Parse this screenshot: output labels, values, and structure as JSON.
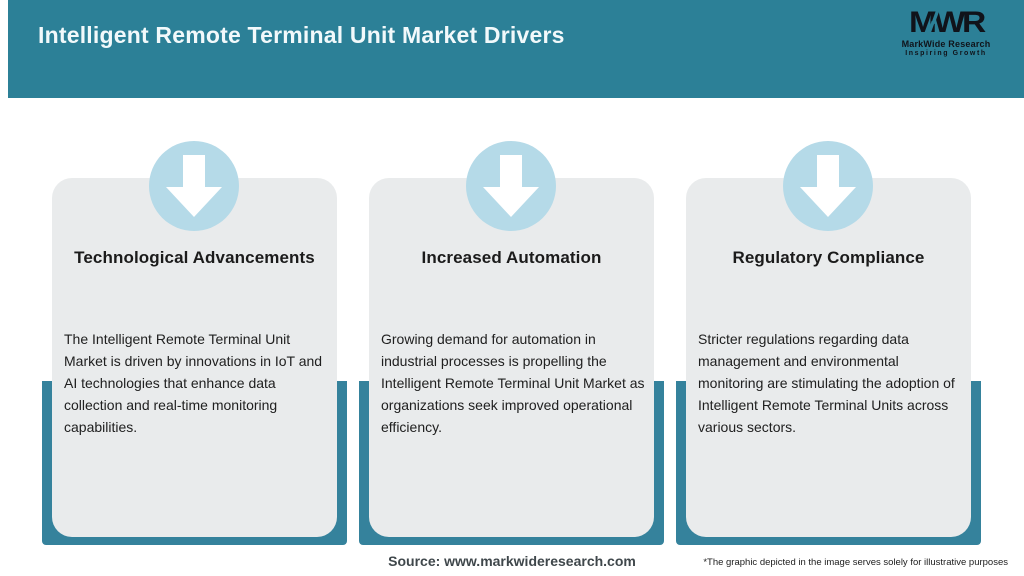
{
  "header": {
    "title": "Intelligent Remote Terminal Unit Market Drivers",
    "logo": {
      "acronym": "MWR",
      "name": "MarkWide Research",
      "tagline": "Inspiring Growth"
    }
  },
  "cards": [
    {
      "icon": "down-arrow-icon",
      "title": "Technological Advancements",
      "body": "The Intelligent Remote Terminal Unit Market is driven by innovations in IoT and AI technologies that enhance data collection and real-time monitoring capabilities."
    },
    {
      "icon": "down-arrow-icon",
      "title": "Increased Automation",
      "body": "Growing demand for automation in industrial processes is propelling the Intelligent Remote Terminal Unit Market as organizations seek improved operational efficiency."
    },
    {
      "icon": "down-arrow-icon",
      "title": "Regulatory Compliance",
      "body": "Stricter regulations regarding data management and environmental monitoring are stimulating the adoption of Intelligent Remote Terminal Units across various sectors."
    }
  ],
  "footer": {
    "source": "Source: www.markwideresearch.com",
    "disclaimer": "*The graphic depicted in the image serves solely for illustrative purposes"
  },
  "colors": {
    "header_teal": "#2C8097",
    "band_teal": "#35829C",
    "card_bg": "#E9EBEC",
    "circle_blue": "#B5DAE8",
    "title_white": "#F2F9FB",
    "logo_black": "#10131A",
    "source_gray": "#3F474B"
  }
}
